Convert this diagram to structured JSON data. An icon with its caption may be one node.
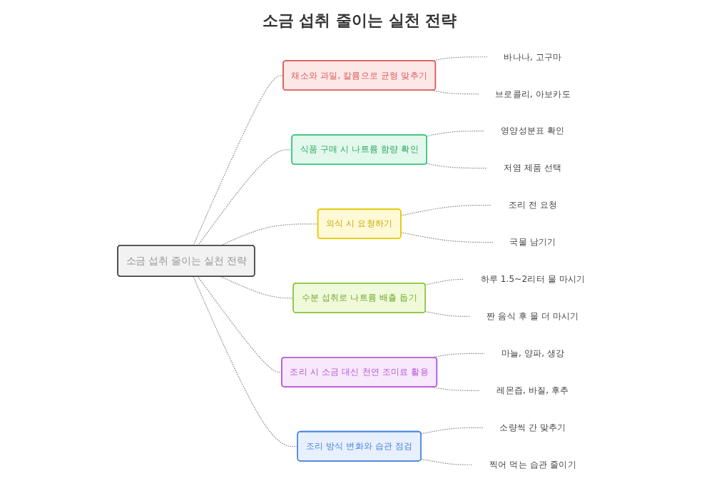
{
  "diagram": {
    "title": "소금 섭취 줄이는 실천 전략",
    "nodes": [
      {
        "text": [
          "소금 섭취 줄이는 실천 전략"
        ]
      },
      {
        "text": [
          "채소와 과일, 칼륨으로 균형 맞추기"
        ]
      },
      {
        "text": [
          "바나나, 고구마"
        ]
      },
      {
        "text": [
          "브로콜리, 아보카도"
        ]
      },
      {
        "text": [
          "식품 구매 시 나트륨 함량 확인"
        ]
      },
      {
        "text": [
          "영양성분표 확인"
        ]
      },
      {
        "text": [
          "저염 제품 선택"
        ]
      },
      {
        "text": [
          "외식 시 요청하기"
        ]
      },
      {
        "text": [
          "조리 전 요청"
        ]
      },
      {
        "text": [
          "국물 남기기"
        ]
      },
      {
        "text": [
          "수분 섭취로 나트륨 배출 돕기"
        ]
      },
      {
        "text": [
          "하루 1.5~2리터 물 마시기"
        ]
      },
      {
        "text": [
          "짠 음식 후 물 더 마시기"
        ]
      },
      {
        "text": [
          "조리 시 소금 대신 천연 조미료 활용"
        ]
      },
      {
        "text": [
          "마늘, 양파, 생강"
        ]
      },
      {
        "text": [
          "레몬즙, 바질, 후추"
        ]
      },
      {
        "text": [
          "조리 방식 변화와 습관 점검"
        ]
      },
      {
        "text": [
          "소량씩 간 맞추기"
        ]
      },
      {
        "text": [
          "찍어 먹는 습관 줄이기"
        ]
      }
    ],
    "edges": [
      {
        "from": 0,
        "to": 1,
        "arrow": "none",
        "style": "dashed"
      },
      {
        "from": 1,
        "to": 2,
        "arrow": "none",
        "style": "dashed"
      },
      {
        "from": 1,
        "to": 3,
        "arrow": "none",
        "style": "dashed"
      },
      {
        "from": 0,
        "to": 4,
        "arrow": "none",
        "style": "dashed"
      },
      {
        "from": 4,
        "to": 5,
        "arrow": "none",
        "style": "dashed"
      },
      {
        "from": 4,
        "to": 6,
        "arrow": "none",
        "style": "dashed"
      },
      {
        "from": 0,
        "to": 7,
        "arrow": "none",
        "style": "dashed"
      },
      {
        "from": 7,
        "to": 8,
        "arrow": "none",
        "style": "dashed"
      },
      {
        "from": 7,
        "to": 9,
        "arrow": "none",
        "style": "dashed"
      },
      {
        "from": 0,
        "to": 10,
        "arrow": "none",
        "style": "dashed"
      },
      {
        "from": 10,
        "to": 11,
        "arrow": "none",
        "style": "dashed"
      },
      {
        "from": 10,
        "to": 12,
        "arrow": "none",
        "style": "dashed"
      },
      {
        "from": 0,
        "to": 13,
        "arrow": "none",
        "style": "dashed"
      },
      {
        "from": 13,
        "to": 14,
        "arrow": "none",
        "style": "dashed"
      },
      {
        "from": 13,
        "to": 15,
        "arrow": "none",
        "style": "dashed"
      },
      {
        "from": 0,
        "to": 16,
        "arrow": "none",
        "style": "dashed"
      },
      {
        "from": 16,
        "to": 17,
        "arrow": "none",
        "style": "dashed"
      },
      {
        "from": 16,
        "to": 18,
        "arrow": "none",
        "style": "dashed"
      }
    ]
  }
}
